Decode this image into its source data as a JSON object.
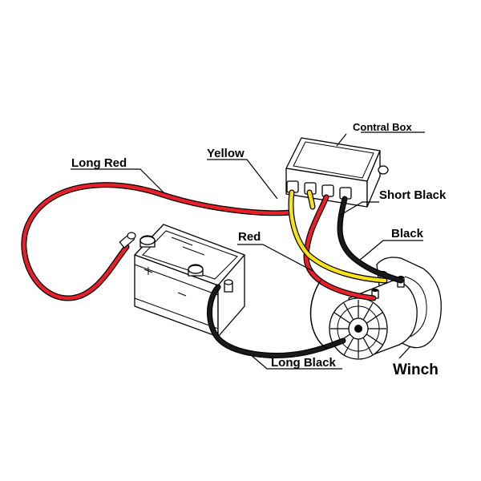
{
  "labels": {
    "control_box": "Contral Box",
    "yellow": "Yellow",
    "long_red": "Long Red",
    "short_black": "Short Black",
    "red": "Red",
    "black": "Black",
    "long_black": "Long Black",
    "winch": "Winch"
  },
  "colors": {
    "red_wire": "#e8202a",
    "yellow_wire": "#f7e21c",
    "black_wire": "#1a1a1a",
    "wire_outline": "#000000",
    "outline": "#000000"
  }
}
